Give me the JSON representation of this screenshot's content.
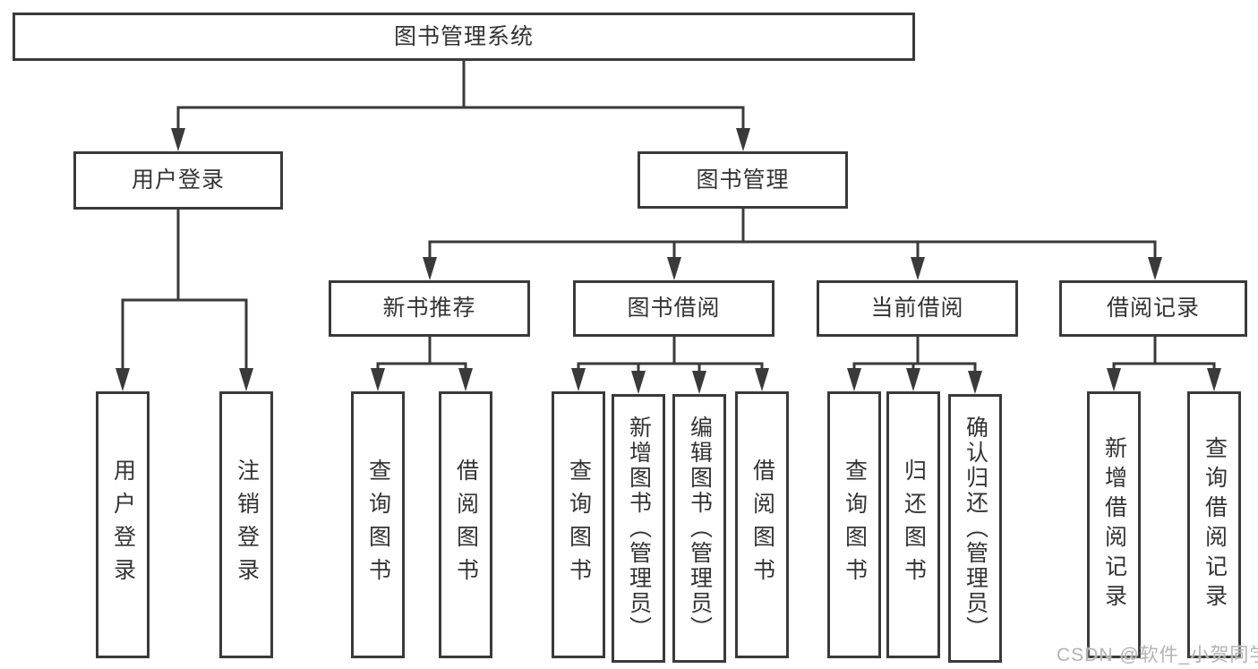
{
  "diagram": {
    "title": "图书管理系统",
    "colors": {
      "line": "#3a3a3a",
      "text": "#333333",
      "background": "#ffffff",
      "watermark_color": "#b3b3b3"
    },
    "root": {
      "label": "图书管理系统",
      "children": [
        {
          "label": "用户登录",
          "children": [
            {
              "label": "用户登录"
            },
            {
              "label": "注销登录"
            }
          ]
        },
        {
          "label": "图书管理",
          "children": [
            {
              "label": "新书推荐",
              "children": [
                {
                  "label": "查询图书"
                },
                {
                  "label": "借阅图书"
                }
              ]
            },
            {
              "label": "图书借阅",
              "children": [
                {
                  "label": "查询图书"
                },
                {
                  "label": "新增图书（管理员）"
                },
                {
                  "label": "编辑图书（管理员）"
                },
                {
                  "label": "借阅图书"
                }
              ]
            },
            {
              "label": "当前借阅",
              "children": [
                {
                  "label": "查询图书"
                },
                {
                  "label": "归还图书"
                },
                {
                  "label": "确认归还（管理员）"
                }
              ]
            },
            {
              "label": "借阅记录",
              "children": [
                {
                  "label": "新增借阅记录"
                },
                {
                  "label": "查询借阅记录"
                }
              ]
            }
          ]
        }
      ]
    }
  },
  "watermark": {
    "text": "CSDN @软件_小贺同学"
  }
}
